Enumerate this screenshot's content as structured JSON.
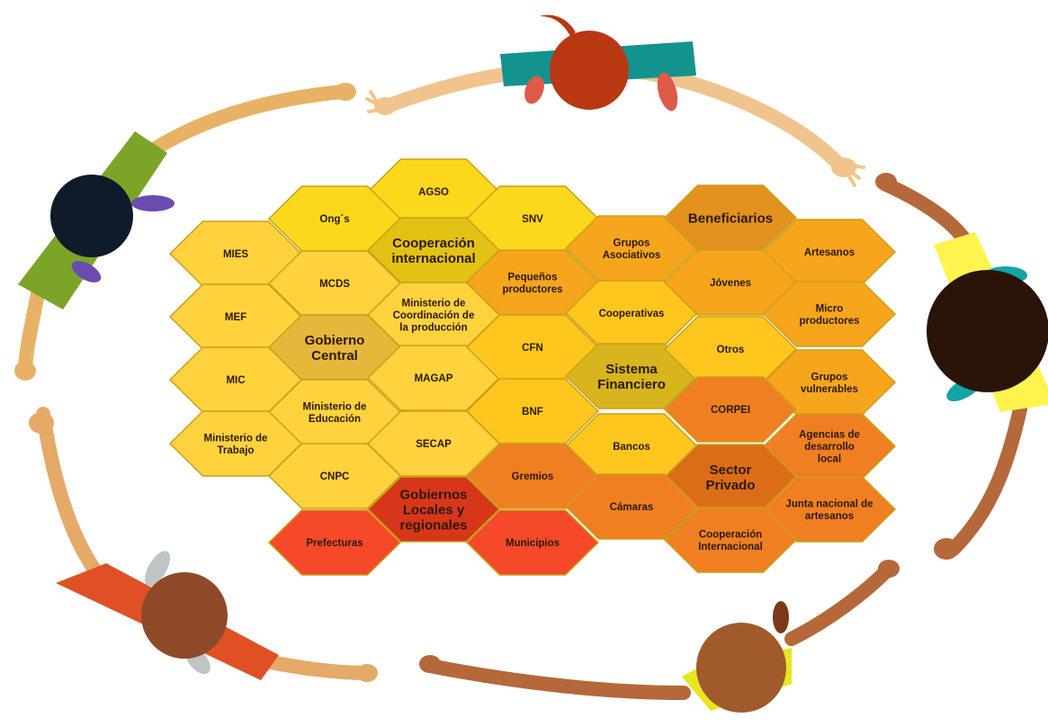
{
  "cells": [
    {
      "id": "agso",
      "lines": [
        "AGSO"
      ],
      "fill": "#FBD81C"
    },
    {
      "id": "ongs",
      "lines": [
        "Ong´s"
      ],
      "fill": "#FBD81C"
    },
    {
      "id": "snv",
      "lines": [
        "SNV"
      ],
      "fill": "#FBD81C"
    },
    {
      "id": "cooperacion-internacional-title",
      "lines": [
        "Cooperación",
        "internacional"
      ],
      "fill": "#E2C215",
      "title": true
    },
    {
      "id": "mies",
      "lines": [
        "MIES"
      ],
      "fill": "#FFD23E"
    },
    {
      "id": "mcds",
      "lines": [
        "MCDS"
      ],
      "fill": "#FFD23E"
    },
    {
      "id": "mef",
      "lines": [
        "MEF"
      ],
      "fill": "#FFD23E"
    },
    {
      "id": "ministerio-coordinacion",
      "lines": [
        "Ministerio de",
        "Coordinación de",
        "la producción"
      ],
      "fill": "#FFD23E"
    },
    {
      "id": "gobierno-central-title",
      "lines": [
        "Gobierno",
        "Central"
      ],
      "fill": "#E6B73B",
      "title": true
    },
    {
      "id": "mic",
      "lines": [
        "MIC"
      ],
      "fill": "#FFD23E"
    },
    {
      "id": "magap",
      "lines": [
        "MAGAP"
      ],
      "fill": "#FFD23E"
    },
    {
      "id": "ministerio-educacion",
      "lines": [
        "Ministerio de",
        "Educación"
      ],
      "fill": "#FFD23E"
    },
    {
      "id": "ministerio-trabajo",
      "lines": [
        "Ministerio de",
        "Trabajo"
      ],
      "fill": "#FFD23E"
    },
    {
      "id": "secap",
      "lines": [
        "SECAP"
      ],
      "fill": "#FFD23E"
    },
    {
      "id": "cnpc",
      "lines": [
        "CNPC"
      ],
      "fill": "#FFD23E"
    },
    {
      "id": "pequenos-productores",
      "lines": [
        "Pequeños",
        "productores"
      ],
      "fill": "#F7A51D"
    },
    {
      "id": "grupos-asociativos",
      "lines": [
        "Grupos",
        "Asociativos"
      ],
      "fill": "#F7A51D"
    },
    {
      "id": "cooperativas",
      "lines": [
        "Cooperativas"
      ],
      "fill": "#FFC61E"
    },
    {
      "id": "cfn",
      "lines": [
        "CFN"
      ],
      "fill": "#FFC61E"
    },
    {
      "id": "sistema-financiero-title",
      "lines": [
        "Sistema",
        "Financiero"
      ],
      "fill": "#D8B41E",
      "title": true
    },
    {
      "id": "bnf",
      "lines": [
        "BNF"
      ],
      "fill": "#FFC61E"
    },
    {
      "id": "bancos",
      "lines": [
        "Bancos"
      ],
      "fill": "#FFC61E"
    },
    {
      "id": "otros",
      "lines": [
        "Otros"
      ],
      "fill": "#FFC61E"
    },
    {
      "id": "beneficiarios-title",
      "lines": [
        "Beneficiarios"
      ],
      "fill": "#E39220",
      "title": true
    },
    {
      "id": "artesanos",
      "lines": [
        "Artesanos"
      ],
      "fill": "#F7A51D"
    },
    {
      "id": "jovenes",
      "lines": [
        "Jóvenes"
      ],
      "fill": "#F7A51D"
    },
    {
      "id": "micro-productores",
      "lines": [
        "Micro",
        "productores"
      ],
      "fill": "#F7A51D"
    },
    {
      "id": "grupos-vulnerables",
      "lines": [
        "Grupos",
        "vulnerables"
      ],
      "fill": "#F7A51D"
    },
    {
      "id": "corpei",
      "lines": [
        "CORPEI"
      ],
      "fill": "#F07F22"
    },
    {
      "id": "agencias-desarrollo",
      "lines": [
        "Agencias de",
        "desarrollo",
        "local"
      ],
      "fill": "#F07F22"
    },
    {
      "id": "sector-privado-title",
      "lines": [
        "Sector",
        "Privado"
      ],
      "fill": "#DC6D18",
      "title": true
    },
    {
      "id": "junta-nacional",
      "lines": [
        "Junta nacional de",
        "artesanos"
      ],
      "fill": "#F07F22"
    },
    {
      "id": "gremios",
      "lines": [
        "Gremios"
      ],
      "fill": "#F07F22"
    },
    {
      "id": "camaras",
      "lines": [
        "Cámaras"
      ],
      "fill": "#F07F22"
    },
    {
      "id": "cooperacion-internacional-2",
      "lines": [
        "Cooperación",
        "Internacional"
      ],
      "fill": "#F07F22"
    },
    {
      "id": "gobiernos-locales-title",
      "lines": [
        "Gobiernos",
        "Locales y",
        "regionales"
      ],
      "fill": "#D8361A",
      "title": true
    },
    {
      "id": "prefecturas",
      "lines": [
        "Prefecturas"
      ],
      "fill": "#F5492A"
    },
    {
      "id": "municipios",
      "lines": [
        "Municipios"
      ],
      "fill": "#F5492A"
    }
  ],
  "colors": {
    "hex_stroke": "#C9A019",
    "text": "#2a1a08",
    "skin_light": "#F1C48D",
    "skin_tan": "#E5A968",
    "skin_brown": "#B5683A",
    "skin_dark": "#8E5A2E"
  }
}
